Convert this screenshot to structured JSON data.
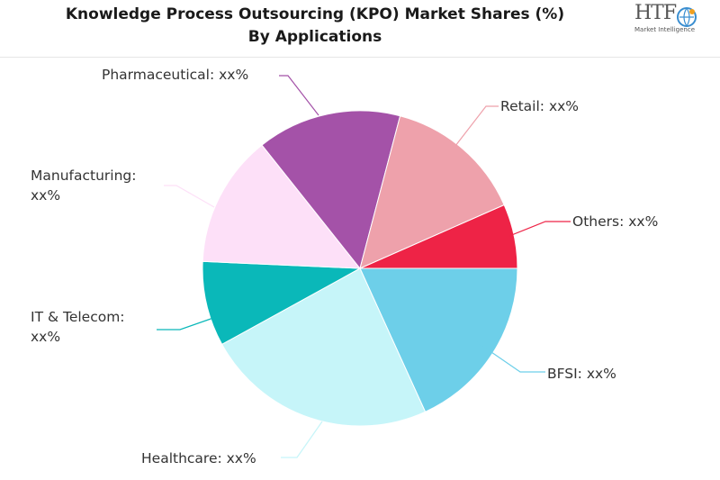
{
  "header": {
    "title": "Knowledge Process Outsourcing (KPO) Market Shares (%) By Applications",
    "logo_text": "HTF",
    "logo_subtext": "Market Intelligence"
  },
  "chart_data": {
    "type": "pie",
    "title": "Knowledge Process Outsourcing (KPO) Market Shares (%) By Applications",
    "slices": [
      {
        "name": "Others",
        "label": "Others: xx%",
        "value": 6.6,
        "color": "#ee2346"
      },
      {
        "name": "BFSI",
        "label": "BFSI: xx%",
        "value": 18.2,
        "color": "#6dcfe9"
      },
      {
        "name": "Healthcare",
        "label": "Healthcare: xx%",
        "value": 23.8,
        "color": "#c6f5f9"
      },
      {
        "name": "IT & Telecom",
        "label": "IT & Telecom: xx%",
        "value": 8.7,
        "color": "#0ab8b9"
      },
      {
        "name": "Manufacturing",
        "label": "Manufacturing: xx%",
        "value": 13.6,
        "color": "#fde0f8"
      },
      {
        "name": "Pharmaceutical",
        "label": "Pharmaceutical: xx%",
        "value": 14.8,
        "color": "#a452a8"
      },
      {
        "name": "Retail",
        "label": "Retail: xx%",
        "value": 14.3,
        "color": "#eea1ab"
      }
    ]
  }
}
